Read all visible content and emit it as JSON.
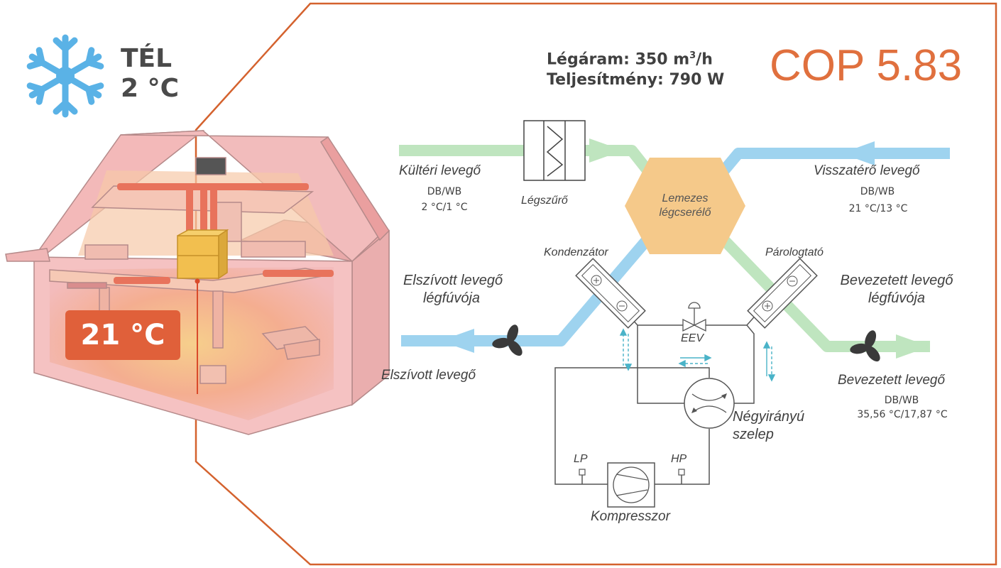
{
  "season": {
    "title": "TÉL",
    "temperature": "2 °C",
    "icon": "snowflake-icon"
  },
  "indoor": {
    "temperature": "21 °C"
  },
  "info": {
    "airflow_prefix": "Légáram: 350 m",
    "airflow_sup": "3",
    "airflow_suffix": "/h",
    "power": "Teljesítmény: 790 W"
  },
  "cop": "COP 5.83",
  "labels": {
    "outdoor_air": "Kültéri levegő",
    "outdoor_dbwb": "DB/WB",
    "outdoor_values": "2 °C/1 °C",
    "filter": "Légszűrő",
    "exchanger_line1": "Lemezes",
    "exchanger_line2": "légcserélő",
    "return_air": "Visszatérő levegő",
    "return_dbwb": "DB/WB",
    "return_values": "21 °C/13 °C",
    "condenser": "Kondenzátor",
    "evaporator": "Párologtató",
    "exhaust_fan_line1": "Elszívott levegő",
    "exhaust_fan_line2": "légfúvója",
    "supply_fan_line1": "Bevezetett levegő",
    "supply_fan_line2": "légfúvója",
    "eev": "EEV",
    "exhaust_air": "Elszívott levegő",
    "supply_air": "Bevezetett levegő",
    "supply_dbwb": "DB/WB",
    "supply_values": "35,56 °C/17,87 °C",
    "four_way_line1": "Négyirányú",
    "four_way_line2": "szelep",
    "lp": "LP",
    "hp": "HP",
    "compressor": "Kompresszor"
  },
  "colors": {
    "frame": "#d4622e",
    "cop": "#e0703e",
    "warm_air": "#bfe5bf",
    "cold_air": "#9ed3ef",
    "exchanger": "#f5c98a",
    "badge": "#e0603a",
    "snowflake": "#5ab2e6",
    "house_wall": "#f5c2c2"
  }
}
